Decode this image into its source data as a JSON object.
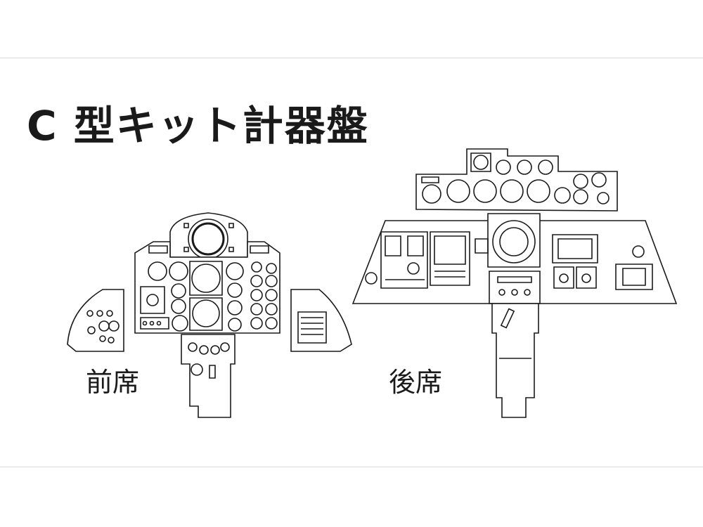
{
  "title": "C 型キット計器盤",
  "front_seat": {
    "label": "前席"
  },
  "rear_seat": {
    "label": "後席"
  },
  "colors": {
    "line": "#1a1a1a",
    "background": "#ffffff",
    "frame": "#d9d9d9"
  }
}
